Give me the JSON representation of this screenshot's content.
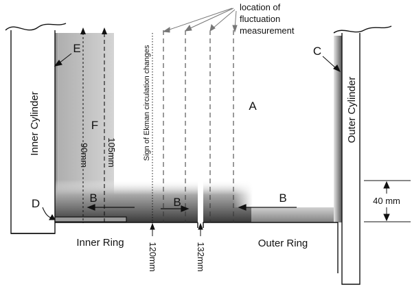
{
  "labels": {
    "inner_cylinder": "Inner Cylinder",
    "outer_cylinder": "Outer Cylinder",
    "inner_ring": "Inner Ring",
    "outer_ring": "Outer Ring",
    "fluct_line1": "location of",
    "fluct_line2": "fluctuation",
    "fluct_line3": "measurement",
    "sign_ekman": "Sign of Ekman circulation changes",
    "dim_90": "90mm",
    "dim_105": "105mm",
    "dim_120": "120mm",
    "dim_132": "132mm",
    "dim_40": "40 mm",
    "region_a": "A",
    "region_b1": "B",
    "region_b2": "B",
    "region_b3": "B",
    "region_c": "C",
    "region_d": "D",
    "region_e": "E",
    "region_f": "F"
  }
}
